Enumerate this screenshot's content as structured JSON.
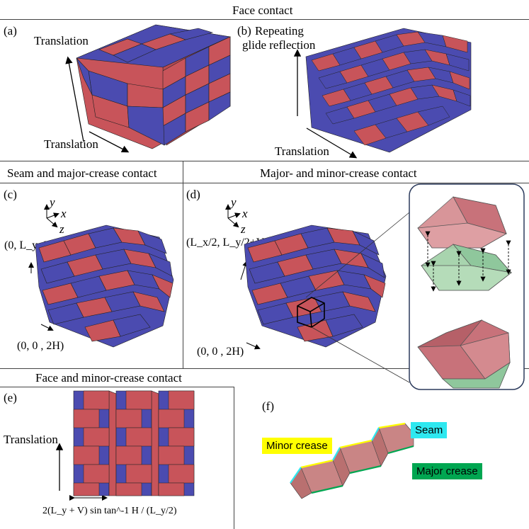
{
  "sections": {
    "face_contact": "Face contact",
    "seam_major": "Seam and major-crease contact",
    "major_minor": "Major- and minor-crease contact",
    "face_minor": "Face and minor-crease contact"
  },
  "panels": {
    "a": {
      "label": "(a)",
      "translation_top": "Translation",
      "translation_bottom": "Translation"
    },
    "b": {
      "label": "(b)",
      "title_line1": "Repeating",
      "title_line2": "glide reflection",
      "translation_bottom": "Translation"
    },
    "c": {
      "label": "(c)",
      "axis_y": "y",
      "axis_x": "x",
      "axis_z": "z",
      "coord_top": "(0, L_y, 0)",
      "coord_bottom": "(0, 0 , 2H)"
    },
    "d": {
      "label": "(d)",
      "axis_y": "y",
      "axis_x": "x",
      "axis_z": "z",
      "coord_top": "(L_x/2, L_y/2+V , H)",
      "coord_bottom": "(0, 0 , 2H)"
    },
    "e": {
      "label": "(e)",
      "translation": "Translation",
      "formula": "2(L_y + V) sin tan^-1 H / (L_y/2)"
    },
    "f": {
      "label": "(f)",
      "seam": "Seam",
      "minor_crease": "Minor crease",
      "major_crease": "Major crease"
    }
  },
  "colors": {
    "red": "#c8545a",
    "blue": "#4b4bb0",
    "green": "#8fc79c",
    "seam_tag": "#2ee8f0",
    "minor_tag": "#ffff00",
    "major_tag": "#00a651"
  }
}
